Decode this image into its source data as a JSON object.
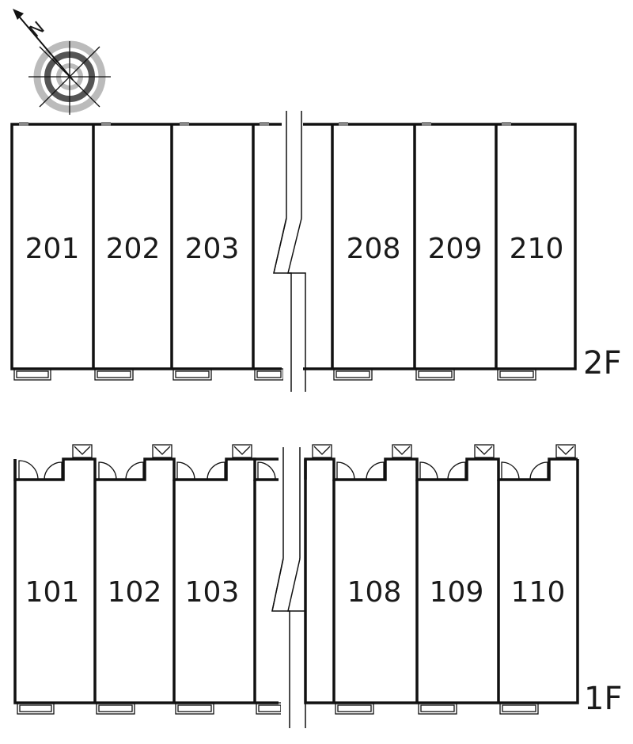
{
  "compass": {
    "north_label": "N",
    "icon": "compass-north-icon"
  },
  "floors": [
    {
      "label": "2F",
      "units": [
        "201",
        "202",
        "203",
        "208",
        "209",
        "210"
      ]
    },
    {
      "label": "1F",
      "units": [
        "101",
        "102",
        "103",
        "108",
        "109",
        "110"
      ]
    }
  ],
  "colors": {
    "line": "#111111",
    "compass_dark": "#555555",
    "compass_light": "#bbbbbb"
  }
}
